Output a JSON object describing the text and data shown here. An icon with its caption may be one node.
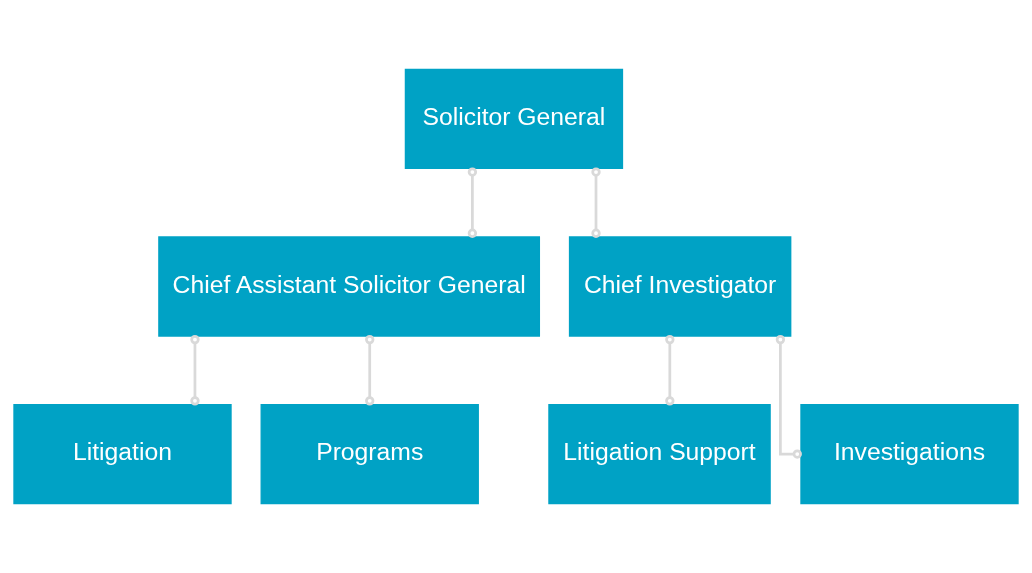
{
  "diagram": {
    "nodes": [
      {
        "text": [
          "Solicitor General"
        ]
      },
      {
        "text": [
          "Chief Assistant Solicitor General"
        ]
      },
      {
        "text": [
          "Chief Investigator"
        ]
      },
      {
        "text": [
          "Litigation"
        ]
      },
      {
        "text": [
          "Programs"
        ]
      },
      {
        "text": [
          "Litigation Support"
        ]
      },
      {
        "text": [
          "Investigations"
        ]
      }
    ],
    "edges": [
      {
        "from": 0,
        "to": 1,
        "arrow": "other"
      },
      {
        "from": 0,
        "to": 2,
        "arrow": "other"
      },
      {
        "from": 1,
        "to": 3,
        "arrow": "other"
      },
      {
        "from": 1,
        "to": 4,
        "arrow": "other"
      },
      {
        "from": 2,
        "to": 5,
        "arrow": "other"
      },
      {
        "from": 2,
        "to": 6,
        "arrow": "other"
      }
    ]
  }
}
